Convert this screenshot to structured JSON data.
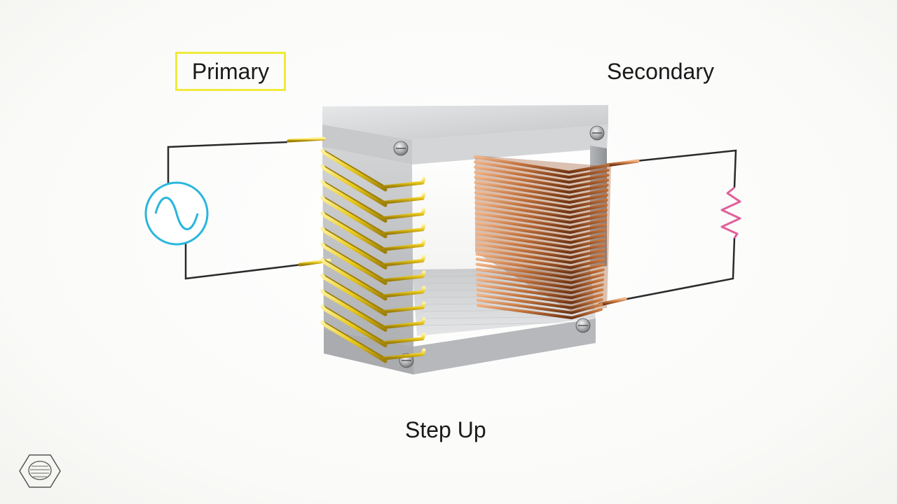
{
  "labels": {
    "primary": "Primary",
    "secondary": "Secondary",
    "mode": "Step Up"
  },
  "colors": {
    "primary_coil": "#e8c81c",
    "secondary_coil": "#c0703a",
    "core": "#c9cbcd",
    "source_symbol": "#2ab6dc",
    "load_resistor": "#e0609a",
    "label_highlight": "#f0ea3a",
    "wire": "#2a2a2a"
  },
  "components": {
    "source": "ac-source-icon",
    "load": "resistor-icon",
    "logo": "hex-nut-logo-icon"
  },
  "turns": {
    "primary": 12,
    "secondary": 30
  }
}
